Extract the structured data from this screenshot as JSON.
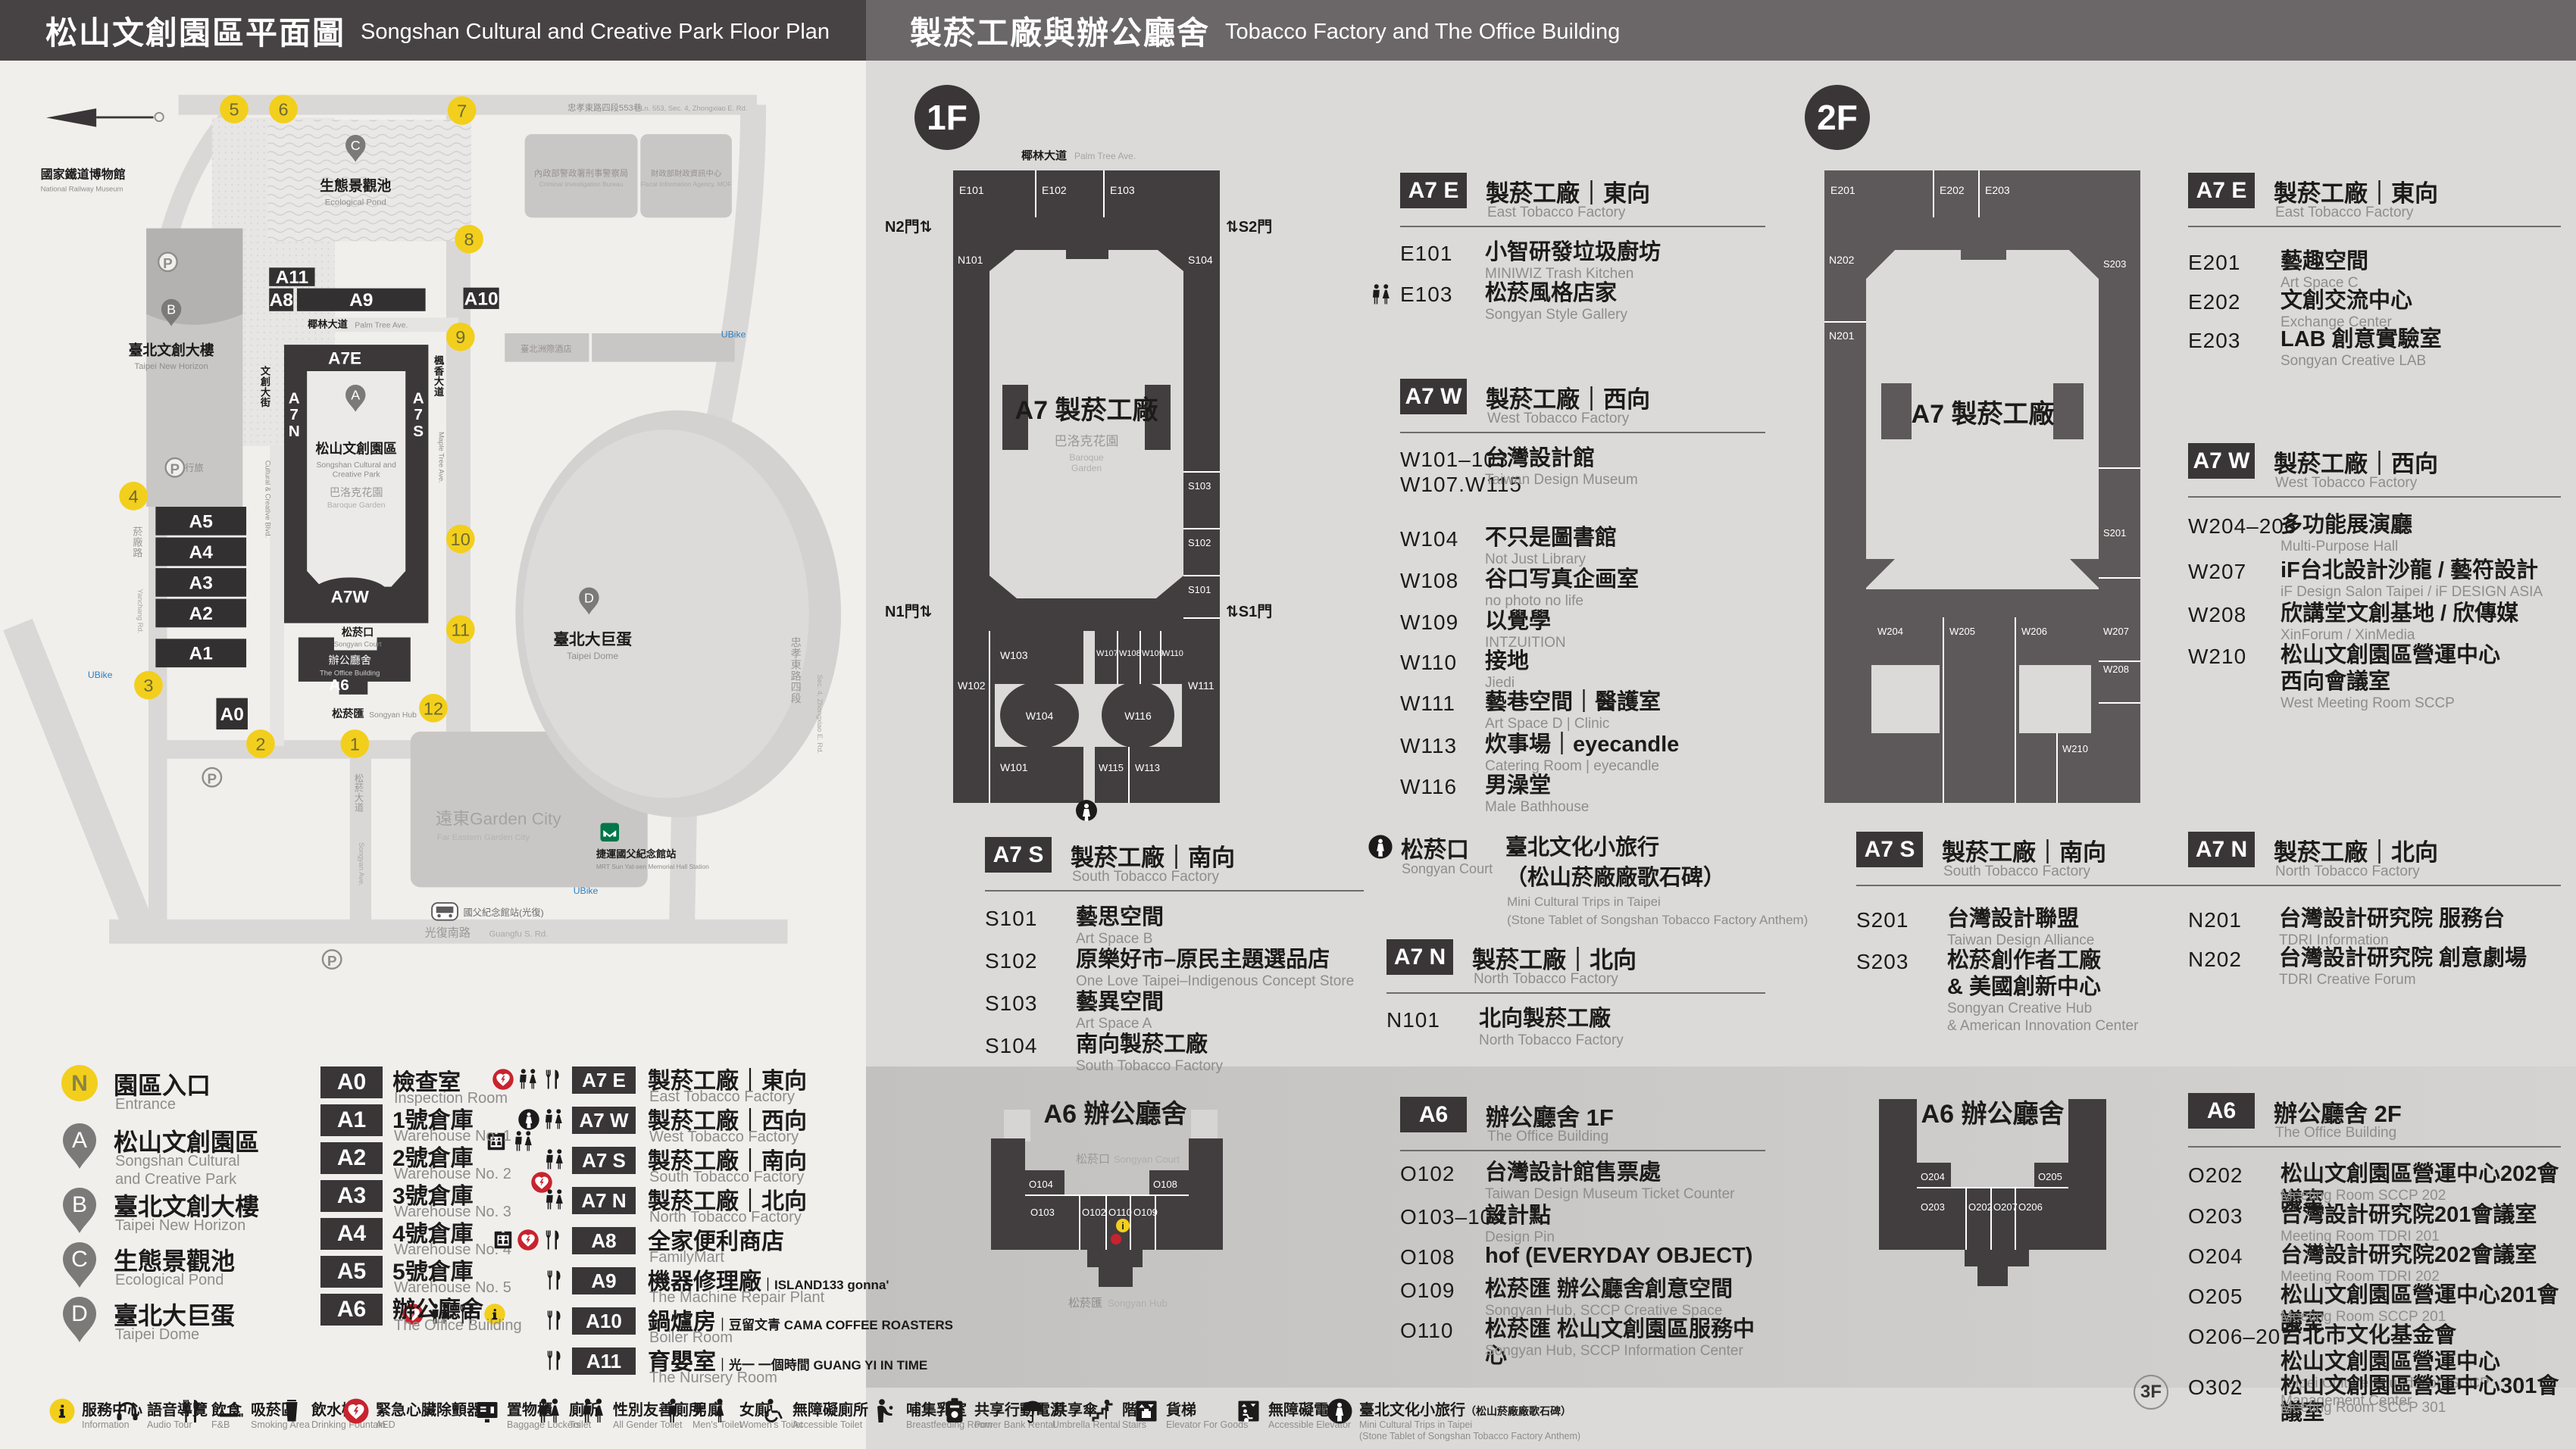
{
  "left_header": {
    "zh": "松山文創園區平面圖",
    "en": "Songshan Cultural and Creative Park Floor Plan"
  },
  "right_header": {
    "zh": "製菸工廠與辦公廳舍",
    "en": "Tobacco Factory and The Office Building"
  },
  "map": {
    "north": "N",
    "railway_zh": "國家鐵道博物館",
    "railway_en": "National Railway Museum",
    "streets": {
      "lane553_zh": "忠孝東路四段553巷",
      "lane553_en": "Ln. 553, Sec. 4, Zhongxiao E. Rd.",
      "palm_zh": "椰林大道",
      "palm_en": "Palm Tree Ave.",
      "cultural_zh": "文創大街",
      "cultural_en": "Cultural & Creative Blvd.",
      "maple_zh": "楓香大道",
      "maple_en": "Maple Tree Ave.",
      "yanchang_zh": "菸廠路",
      "yanchang_en": "Yanchang Rd.",
      "songyan_zh": "松菸大道",
      "songyan_en": "Songyan Ave.",
      "guangfu_zh": "光復南路",
      "guangfu_en": "Guangfu S. Rd.",
      "zhongxiao_zh": "忠孝東路四段",
      "zhongxiao_en": "Sec. 4, Zhongxiao E. Rd."
    },
    "pois": {
      "eslite": "誠品行旅",
      "hotel": "臺北洲際酒店",
      "cib_zh": "內政部警政署刑事警察局",
      "cib_en": "Criminal Investigation Bureau",
      "fia_zh": "財政部財政資訊中心",
      "fia_en": "Fiscal Information Agency, MOF",
      "garden_zh": "遠東Garden City",
      "garden_en": "Far Eastern Garden City",
      "mrt_zh": "捷運國父紀念館站",
      "mrt_en": "MRT Sun Yat-sen Memorial Hall Station",
      "bus_zh": "國父紀念館站(光復)",
      "ubike": "UBike"
    },
    "pond_zh": "生態景觀池",
    "pond_en": "Ecological Pond",
    "newhorizon_zh": "臺北文創大樓",
    "newhorizon_en": "Taipei New Horizon",
    "dome_zh": "臺北大巨蛋",
    "dome_en": "Taipei Dome",
    "park_zh": "松山文創園區",
    "park_en1": "Songshan Cultural and",
    "park_en2": "Creative Park",
    "garden_zh": "巴洛克花園",
    "garden_en": "Baroque Garden",
    "a6_zh": "辦公廳舍",
    "a6_en": "The Office Building",
    "a6_code": "A6",
    "court_zh": "松菸口",
    "court_en": "Songyan Court",
    "hub_zh": "松菸匯",
    "hub_en": "Songyan Hub",
    "ring": [
      "A7E",
      "A7N",
      "A7S",
      "A7W"
    ],
    "bars": [
      "A5",
      "A4",
      "A3",
      "A2",
      "A1",
      "A0",
      "A11",
      "A8",
      "A9",
      "A10"
    ],
    "markers": [
      "1",
      "2",
      "3",
      "4",
      "5",
      "6",
      "7",
      "8",
      "9",
      "10",
      "11",
      "12"
    ],
    "pins": [
      "A",
      "B",
      "C",
      "D"
    ]
  },
  "legend": {
    "places": [
      {
        "id": "N",
        "zh": "園區入口",
        "en": "Entrance"
      },
      {
        "id": "A",
        "zh": "松山文創園區",
        "en": "Songshan Cultural\nand Creative Park"
      },
      {
        "id": "B",
        "zh": "臺北文創大樓",
        "en": "Taipei New Horizon"
      },
      {
        "id": "C",
        "zh": "生態景觀池",
        "en": "Ecological Pond"
      },
      {
        "id": "D",
        "zh": "臺北大巨蛋",
        "en": "Taipei Dome"
      }
    ],
    "list_a": [
      {
        "code": "A0",
        "zh": "檢查室",
        "en": "Inspection Room"
      },
      {
        "code": "A1",
        "zh": "1號倉庫",
        "en": "Warehouse No. 1"
      },
      {
        "code": "A2",
        "zh": "2號倉庫",
        "en": "Warehouse No. 2"
      },
      {
        "code": "A3",
        "zh": "3號倉庫",
        "en": "Warehouse No. 3"
      },
      {
        "code": "A4",
        "zh": "4號倉庫",
        "en": "Warehouse No. 4"
      },
      {
        "code": "A5",
        "zh": "5號倉庫",
        "en": "Warehouse No. 5"
      },
      {
        "code": "A6",
        "zh": "辦公廳舍",
        "en": "The Office Building"
      }
    ],
    "list_b": [
      {
        "code": "A7 E",
        "zh": "製菸工廠｜東向",
        "en": "East Tobacco Factory",
        "icons": [
          "aed",
          "restroom",
          "dining"
        ]
      },
      {
        "code": "A7 W",
        "zh": "製菸工廠｜西向",
        "en": "West Tobacco Factory",
        "icons": [
          "tour",
          "restroom"
        ]
      },
      {
        "code": "A7 S",
        "zh": "製菸工廠｜南向",
        "en": "South Tobacco Factory",
        "icons": [
          "restroom"
        ]
      },
      {
        "code": "A7 N",
        "zh": "製菸工廠｜北向",
        "en": "North Tobacco Factory",
        "icons": [
          "restroom"
        ]
      },
      {
        "code": "A8",
        "zh": "全家便利商店",
        "en": "FamilyMart",
        "icons": [
          "elevator",
          "aed",
          "dining"
        ]
      },
      {
        "code": "A9",
        "zh": "機器修理廠",
        "brand": "ISLAND133 gonna'",
        "en": "The Machine Repair Plant",
        "icons": [
          "dining"
        ]
      },
      {
        "code": "A10",
        "zh": "鍋爐房",
        "brand": "豆留文青 CAMA COFFEE ROASTERS",
        "en": "Boiler Room",
        "icons": [
          "dining"
        ]
      },
      {
        "code": "A11",
        "zh": "育嬰室",
        "brand": "光一 一個時間 GUANG YI IN TIME",
        "en": "The Nursery Room",
        "icons": [
          "dining"
        ]
      }
    ]
  },
  "floor1": {
    "label": "1F",
    "street_zh": "椰林大道",
    "street_en": "Palm Tree Ave.",
    "gates": {
      "n2": "N2門",
      "s2": "S2門",
      "n1": "N1門",
      "s1": "S1門"
    },
    "center": "A7 製菸工廠",
    "garden_zh": "巴洛克花園",
    "garden_en": "Baroque\nGarden",
    "plan_rooms": [
      "E101",
      "E102",
      "E103",
      "N101",
      "S104",
      "S103",
      "S102",
      "S101",
      "W102",
      "W103",
      "W104",
      "W101",
      "W107",
      "W108",
      "W109",
      "W110",
      "W116",
      "W115",
      "W113",
      "W111"
    ],
    "sections": [
      {
        "badge": "A7 E",
        "zh": "製菸工廠｜東向",
        "en": "East Tobacco Factory",
        "rooms": [
          {
            "code": "E101",
            "zh": "小智研發垃圾廚坊",
            "en": "MINIWIZ Trash Kitchen"
          },
          {
            "code": "E103",
            "zh": "松菸風格店家",
            "en": "Songyan Style Gallery",
            "icon": "restroom"
          }
        ]
      },
      {
        "badge": "A7 W",
        "zh": "製菸工廠｜西向",
        "en": "West Tobacco Factory",
        "rooms": [
          {
            "code": "W101–103\nW107.W115",
            "zh": "台灣設計館",
            "en": "Taiwan Design Museum"
          },
          {
            "code": "W104",
            "zh": "不只是圖書館",
            "en": "Not Just Library"
          },
          {
            "code": "W108",
            "zh": "谷口写真企画室",
            "en": "no photo no life"
          },
          {
            "code": "W109",
            "zh": "以覺學",
            "en": "INTZUITION"
          },
          {
            "code": "W110",
            "zh": "接地",
            "en": "Jiedi"
          },
          {
            "code": "W111",
            "zh": "藝巷空間｜醫護室",
            "en": "Art Space D | Clinic"
          },
          {
            "code": "W113",
            "zh": "炊事場｜eyecandle",
            "en": "Catering Room | eyecandle"
          },
          {
            "code": "W116",
            "zh": "男澡堂",
            "en": "Male Bathhouse"
          }
        ]
      },
      {
        "badge": "A7 S",
        "zh": "製菸工廠｜南向",
        "en": "South Tobacco Factory",
        "rooms": [
          {
            "code": "S101",
            "zh": "藝思空間",
            "en": "Art Space B"
          },
          {
            "code": "S102",
            "zh": "原樂好市–原民主題選品店",
            "en": "One Love Taipei–Indigenous Concept Store"
          },
          {
            "code": "S103",
            "zh": "藝異空間",
            "en": "Art Space A"
          },
          {
            "code": "S104",
            "zh": "南向製菸工廠",
            "en": "South Tobacco Factory"
          }
        ]
      },
      {
        "badge": "A7 N",
        "zh": "製菸工廠｜北向",
        "en": "North Tobacco Factory",
        "rooms": [
          {
            "code": "N101",
            "zh": "北向製菸工廠",
            "en": "North Tobacco Factory"
          }
        ]
      }
    ],
    "court": {
      "zh": "松菸口",
      "en": "Songyan Court",
      "t1": "臺北文化小旅行",
      "t2": "（松山菸廠廠歌石碑）",
      "e1": "Mini Cultural Trips in Taipei",
      "e2": "(Stone Tablet of Songshan Tobacco Factory Anthem)"
    }
  },
  "floor2": {
    "label": "2F",
    "center": "A7 製菸工廠",
    "plan_rooms": [
      "E201",
      "E202",
      "E203",
      "N202",
      "N201",
      "S203",
      "S201",
      "W204",
      "W205",
      "W206",
      "W207",
      "W208",
      "W210"
    ],
    "sections": [
      {
        "badge": "A7 E",
        "zh": "製菸工廠｜東向",
        "en": "East Tobacco Factory",
        "rooms": [
          {
            "code": "E201",
            "zh": "藝趣空間",
            "en": "Art Space C"
          },
          {
            "code": "E202",
            "zh": "文創交流中心",
            "en": "Exchange Center"
          },
          {
            "code": "E203",
            "zh": "LAB 創意實驗室",
            "en": "Songyan Creative LAB"
          }
        ]
      },
      {
        "badge": "A7 W",
        "zh": "製菸工廠｜西向",
        "en": "West Tobacco Factory",
        "rooms": [
          {
            "code": "W204–206",
            "zh": "多功能展演廳",
            "en": "Multi-Purpose Hall"
          },
          {
            "code": "W207",
            "zh": "iF台北設計沙龍 / 藝符設計",
            "en": "iF Design Salon Taipei / iF DESIGN ASIA"
          },
          {
            "code": "W208",
            "zh": "欣講堂文創基地 / 欣傳媒",
            "en": "XinForum / XinMedia"
          },
          {
            "code": "W210",
            "zh": "松山文創園區營運中心\n西向會議室",
            "en": "West Meeting Room SCCP"
          }
        ]
      },
      {
        "badge": "A7 S",
        "zh": "製菸工廠｜南向",
        "en": "South Tobacco Factory",
        "rooms": [
          {
            "code": "S201",
            "zh": "台灣設計聯盟",
            "en": "Taiwan Design Alliance"
          },
          {
            "code": "S203",
            "zh": "松菸創作者工廠\n& 美國創新中心",
            "en": "Songyan Creative Hub\n& American Innovation Center"
          }
        ]
      },
      {
        "badge": "A7 N",
        "zh": "製菸工廠｜北向",
        "en": "North Tobacco Factory",
        "rooms": [
          {
            "code": "N201",
            "zh": "台灣設計研究院 服務台",
            "en": "TDRI Information"
          },
          {
            "code": "N202",
            "zh": "台灣設計研究院 創意劇場",
            "en": "TDRI Creative Forum"
          }
        ]
      }
    ]
  },
  "office1f": {
    "badge": "A6",
    "zh": "辦公廳舍 1F",
    "en": "The Office Building",
    "plan_title": "A6 辦公廳舍",
    "court_zh": "松菸口",
    "court_en": "Songyan Court",
    "hub_zh": "松菸匯",
    "hub_en": "Songyan Hub",
    "plan_rooms": [
      "O104",
      "O103",
      "O102",
      "O110",
      "O109",
      "O108"
    ],
    "rooms": [
      {
        "code": "O102",
        "zh": "台灣設計館售票處",
        "en": "Taiwan Design Museum Ticket Counter"
      },
      {
        "code": "O103–104",
        "zh": "設計點",
        "en": "Design Pin"
      },
      {
        "code": "O108",
        "zh": "hof (EVERYDAY OBJECT)",
        "en": ""
      },
      {
        "code": "O109",
        "zh": "松菸匯 辦公廳舍創意空間",
        "en": "Songyan Hub, SCCP Creative Space"
      },
      {
        "code": "O110",
        "zh": "松菸匯 松山文創園區服務中心",
        "en": "Songyan Hub, SCCP Information Center"
      }
    ]
  },
  "office2f": {
    "badge": "A6",
    "zh": "辦公廳舍 2F",
    "en": "The Office Building",
    "plan_title": "A6 辦公廳舍",
    "plan_rooms": [
      "O204",
      "O203",
      "O202",
      "O207",
      "O206",
      "O205"
    ],
    "rooms": [
      {
        "code": "O202",
        "zh": "松山文創園區營運中心202會議室",
        "en": "Meeting Room SCCP 202"
      },
      {
        "code": "O203",
        "zh": "台灣設計研究院201會議室",
        "en": "Meeting Room TDRI 201"
      },
      {
        "code": "O204",
        "zh": "台灣設計研究院202會議室",
        "en": "Meeting Room TDRI 202"
      },
      {
        "code": "O205",
        "zh": "松山文創園區營運中心201會議室",
        "en": "Meeting Room SCCP 201"
      },
      {
        "code": "O206–207",
        "zh": "台北市文化基金會\n松山文創園區營運中心",
        "en": "Taipei Culture Foundation-SCCP Management Center"
      },
      {
        "code": "O302",
        "zh": "松山文創園區營運中心301會議室",
        "en": "Meeting Room SCCP 301",
        "floor_badge": "3F"
      }
    ]
  },
  "strip": {
    "items": [
      {
        "icon": "info",
        "zh": "服務中心",
        "en": "Information"
      },
      {
        "icon": "audio",
        "zh": "語音導覽",
        "en": "Audio Tour"
      },
      {
        "icon": "dining",
        "zh": "飲食",
        "en": "F&B"
      },
      {
        "icon": "smoking",
        "zh": "吸菸區",
        "en": "Smoking Area"
      },
      {
        "icon": "water",
        "zh": "飲水機",
        "en": "Drinking Fountain"
      },
      {
        "icon": "aed",
        "zh": "緊急心臟除顫器",
        "en": "AED"
      },
      {
        "icon": "locker",
        "zh": "置物櫃",
        "en": "Baggage Lockers"
      },
      {
        "icon": "restroom",
        "zh": "廁所",
        "en": "Toilet"
      },
      {
        "icon": "restroom-all",
        "zh": "性別友善廁所",
        "en": "All Gender Toilet"
      },
      {
        "icon": "male",
        "zh": "男廁",
        "en": "Men's Toilet"
      },
      {
        "icon": "female",
        "zh": "女廁",
        "en": "Women's Toilet"
      },
      {
        "icon": "wheelchair",
        "zh": "無障礙廁所",
        "en": "Accessible Toilet"
      },
      {
        "icon": "nursing",
        "zh": "哺集乳室",
        "en": "Breastfeeding Room"
      },
      {
        "icon": "powerbank",
        "zh": "共享行動電源",
        "en": "Power Bank Rental"
      },
      {
        "icon": "umbrella",
        "zh": "共享傘",
        "en": "Umbrella Rental"
      },
      {
        "icon": "stairs",
        "zh": "階梯",
        "en": "Stairs"
      },
      {
        "icon": "cargolift",
        "zh": "貨梯",
        "en": "Elevator For Goods"
      },
      {
        "icon": "acclift",
        "zh": "無障礙電梯",
        "en": "Accessible Elevator"
      },
      {
        "icon": "tour",
        "zh": "臺北文化小旅行",
        "zh2": "（松山菸廠廠歌石碑）",
        "en": "Mini Cultural Trips in Taipei\n(Stone Tablet of Songshan Tobacco Factory Anthem)"
      }
    ]
  }
}
